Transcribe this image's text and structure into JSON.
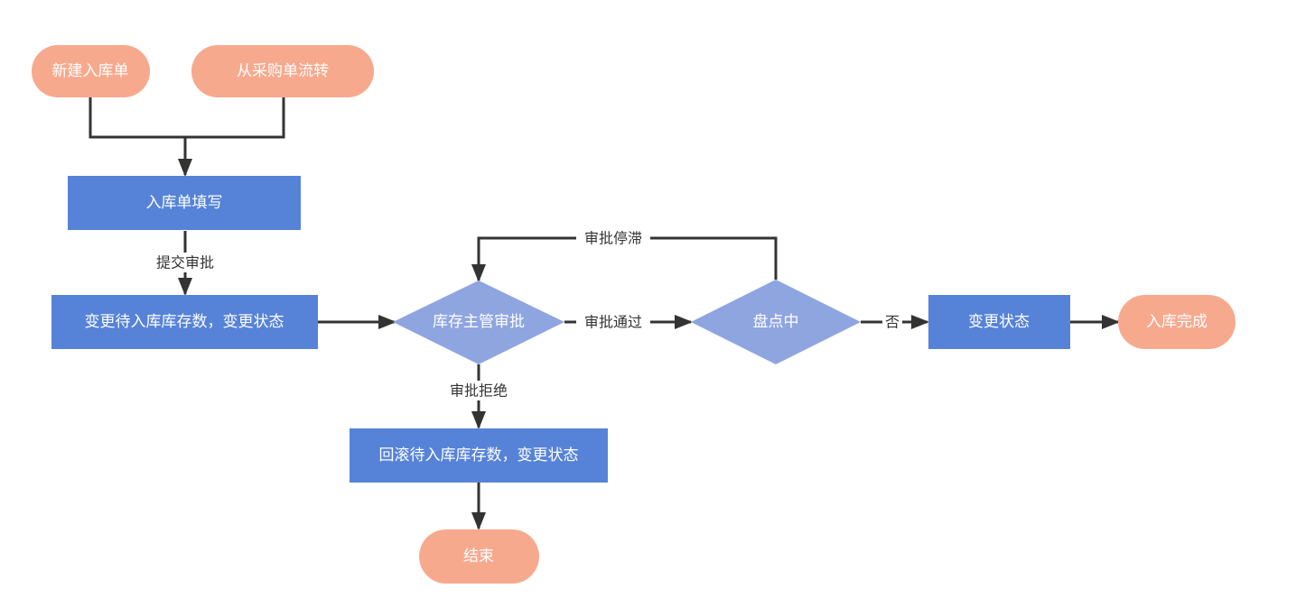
{
  "colors": {
    "terminal": "#f7a98e",
    "process": "#5683d8",
    "decision": "#8ea5e0",
    "edge": "#333333",
    "label_bg": "#ffffff"
  },
  "nodes": {
    "new_inbound": {
      "label": "新建入库单",
      "type": "terminal"
    },
    "from_purchase": {
      "label": "从采购单流转",
      "type": "terminal"
    },
    "fill_inbound": {
      "label": "入库单填写",
      "type": "process"
    },
    "change_pending": {
      "label": "变更待入库库存数，变更状态",
      "type": "process"
    },
    "manager_approval": {
      "label": "库存主管审批",
      "type": "decision"
    },
    "stocktaking": {
      "label": "盘点中",
      "type": "decision"
    },
    "change_status": {
      "label": "变更状态",
      "type": "process"
    },
    "inbound_done": {
      "label": "入库完成",
      "type": "terminal"
    },
    "rollback": {
      "label": "回滚待入库库存数，变更状态",
      "type": "process"
    },
    "end": {
      "label": "结束",
      "type": "terminal"
    }
  },
  "edges": {
    "submit": {
      "label": "提交审批"
    },
    "stalled": {
      "label": "审批停滞"
    },
    "approved": {
      "label": "审批通过"
    },
    "no": {
      "label": "否"
    },
    "rejected": {
      "label": "审批拒绝"
    }
  }
}
